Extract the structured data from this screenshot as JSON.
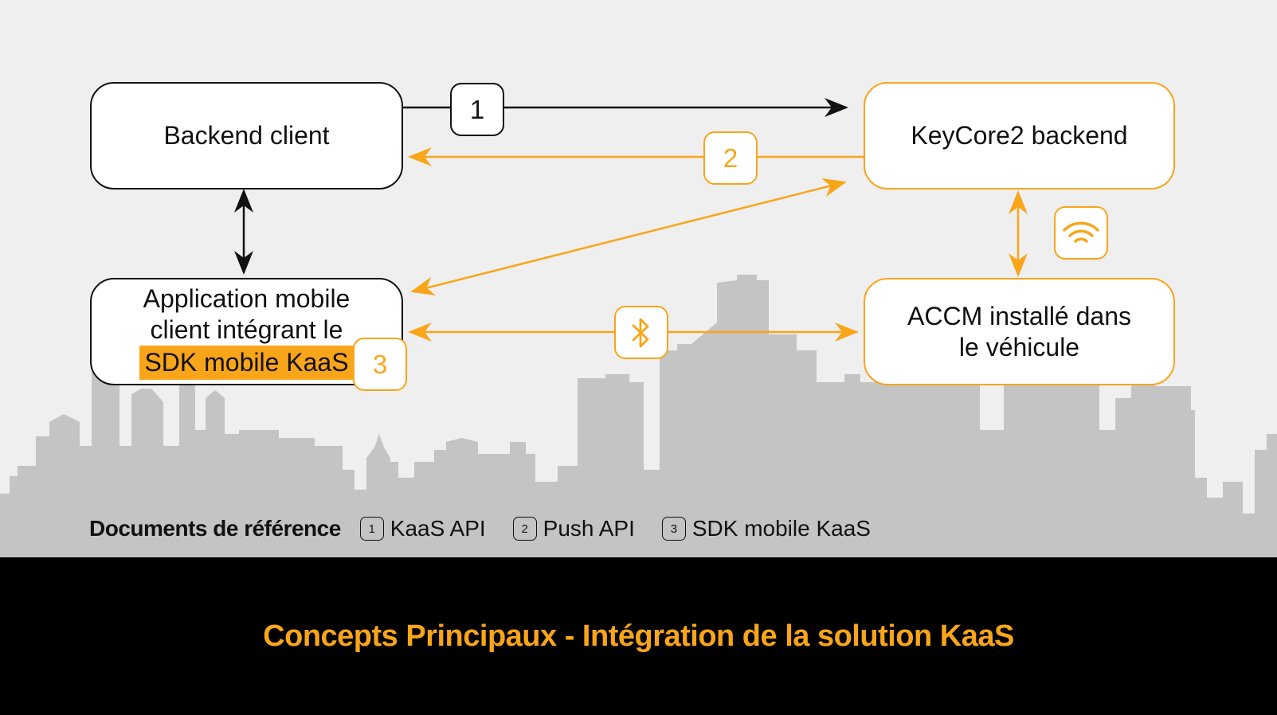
{
  "diagram": {
    "nodes": {
      "backend_client": "Backend client",
      "keycore_backend": "KeyCore2 backend",
      "mobile_app_line1": "Application mobile",
      "mobile_app_line2": "client intégrant le",
      "mobile_app_highlight": "SDK mobile KaaS",
      "accm_line1": "ACCM installé dans",
      "accm_line2": "le véhicule"
    },
    "badges": {
      "b1": "1",
      "b2": "2",
      "b3": "3"
    },
    "icons": {
      "wifi": "wifi-icon",
      "bluetooth": "bluetooth-icon"
    }
  },
  "references": {
    "title": "Documents de référence",
    "items": [
      {
        "num": "1",
        "label": "KaaS API"
      },
      {
        "num": "2",
        "label": "Push API"
      },
      {
        "num": "3",
        "label": "SDK mobile KaaS"
      }
    ]
  },
  "footer": {
    "title": "Concepts Principaux - Intégration de la solution KaaS"
  },
  "colors": {
    "accent": "#f9a51a",
    "dark": "#111111",
    "background": "#efefef",
    "skyline": "#c4c4c4",
    "footer": "#000000"
  }
}
